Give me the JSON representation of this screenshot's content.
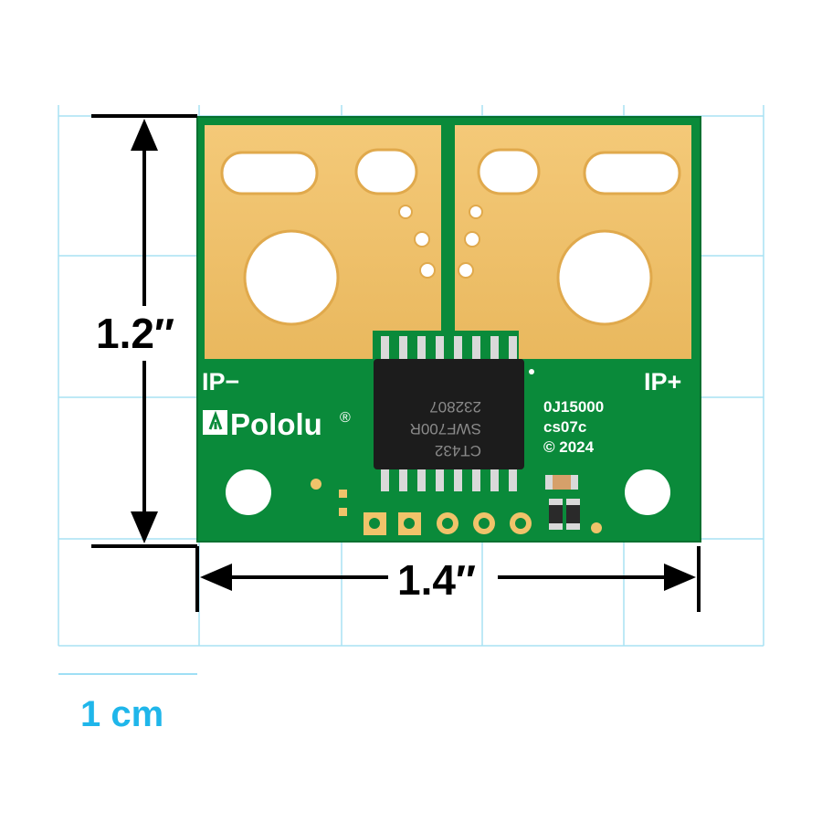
{
  "dimensions": {
    "height_label": "1.2″",
    "width_label": "1.4″"
  },
  "scale": {
    "label": "1 cm"
  },
  "board": {
    "pad_left_label": "IP−",
    "pad_right_label": "IP+",
    "brand": "Pololu",
    "registered_mark": "®",
    "part_number": "0J15000",
    "revision": "cs07c",
    "copyright": "© 2024",
    "chip_line1": "CT432",
    "chip_line2": "SWF700R",
    "chip_line3": "232807"
  },
  "colors": {
    "grid": "#a8e2f4",
    "pcb": "#0a8a3a",
    "copper_pad": "#f0c36a",
    "chip": "#1c1c1c",
    "silk": "#ffffff",
    "scale_text": "#1fb6ea"
  }
}
